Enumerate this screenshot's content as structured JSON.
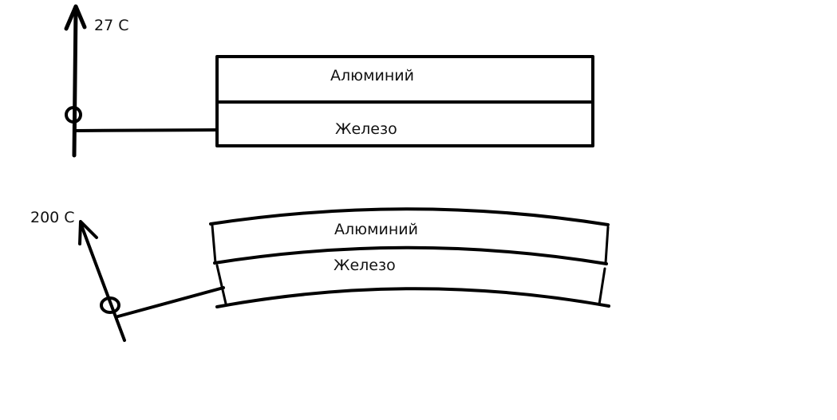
{
  "cold": {
    "temperature": "27 C",
    "top_layer": "Алюминий",
    "bottom_layer": "Железо"
  },
  "hot": {
    "temperature": "200 C",
    "top_layer": "Алюминий",
    "bottom_layer": "Железо"
  }
}
